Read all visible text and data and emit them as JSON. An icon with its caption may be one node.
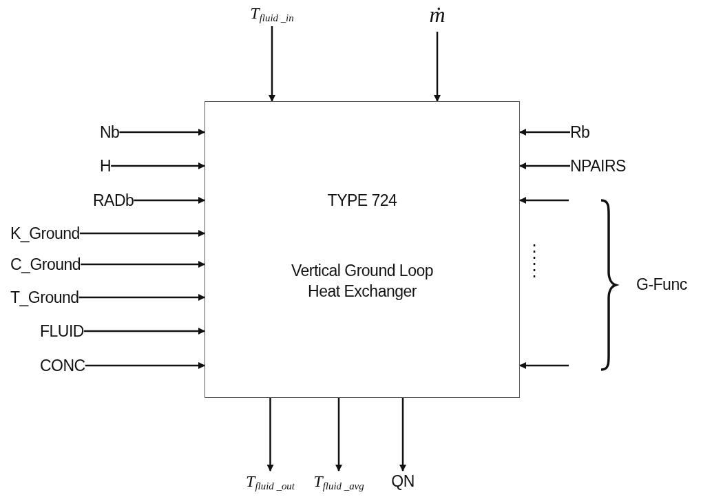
{
  "diagram": {
    "nodes": [
      {
        "text": [
          "T$_{fluid _in}$"
        ]
      },
      {
        "text": [
          "ṁ"
        ]
      },
      {
        "text": [
          "TYPE 724",
          "Vertical Ground Loop Heat Exchanger"
        ]
      },
      {
        "text": [
          "Nb"
        ]
      },
      {
        "text": [
          "H"
        ]
      },
      {
        "text": [
          "RADb"
        ]
      },
      {
        "text": [
          "K_Ground"
        ]
      },
      {
        "text": [
          "C_Ground"
        ]
      },
      {
        "text": [
          "T_Ground"
        ]
      },
      {
        "text": [
          "FLUID"
        ]
      },
      {
        "text": [
          "CONC"
        ]
      },
      {
        "text": [
          "Rb"
        ]
      },
      {
        "text": [
          "NPAIRS"
        ]
      },
      {
        "text": [
          "T$_{fluid _out}$"
        ]
      },
      {
        "text": [
          "T$_{fluid _avg}$"
        ]
      },
      {
        "text": [
          "QN"
        ]
      }
    ],
    "edges": [
      {
        "from": 0,
        "to": 2,
        "arrow": "to"
      },
      {
        "from": 1,
        "to": 2,
        "arrow": "to"
      },
      {
        "from": 3,
        "to": 2,
        "arrow": "to"
      },
      {
        "from": 4,
        "to": 2,
        "arrow": "to"
      },
      {
        "from": 5,
        "to": 2,
        "arrow": "to"
      },
      {
        "from": 6,
        "to": 2,
        "arrow": "to"
      },
      {
        "from": 7,
        "to": 2,
        "arrow": "to"
      },
      {
        "from": 8,
        "to": 2,
        "arrow": "to"
      },
      {
        "from": 9,
        "to": 2,
        "arrow": "to"
      },
      {
        "from": 10,
        "to": 2,
        "arrow": "to"
      },
      {
        "from": 11,
        "to": 2,
        "arrow": "to"
      },
      {
        "from": 12,
        "to": 2,
        "arrow": "to"
      },
      {
        "from": null,
        "to": 2,
        "arrow": "to"
      },
      {
        "from": null,
        "to": 2,
        "arrow": "to"
      },
      {
        "from": 2,
        "to": 13,
        "arrow": "to"
      },
      {
        "from": 2,
        "to": 14,
        "arrow": "to"
      },
      {
        "from": 2,
        "to": 15,
        "arrow": "to"
      }
    ],
    "labels": [
      "G-Func"
    ]
  }
}
